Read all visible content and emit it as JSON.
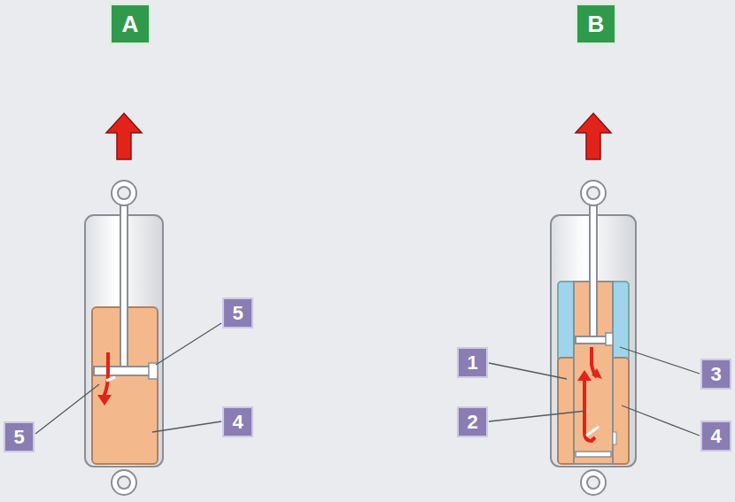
{
  "diagram": {
    "nodes": [
      {
        "text": [
          "A"
        ]
      },
      {
        "text": [
          "B"
        ]
      },
      {
        "text": [
          "5"
        ]
      },
      {
        "text": [
          "5"
        ]
      },
      {
        "text": [
          "4"
        ]
      },
      {
        "text": [
          "1"
        ]
      },
      {
        "text": [
          "3"
        ]
      },
      {
        "text": [
          "2"
        ]
      },
      {
        "text": [
          "4"
        ]
      }
    ]
  }
}
